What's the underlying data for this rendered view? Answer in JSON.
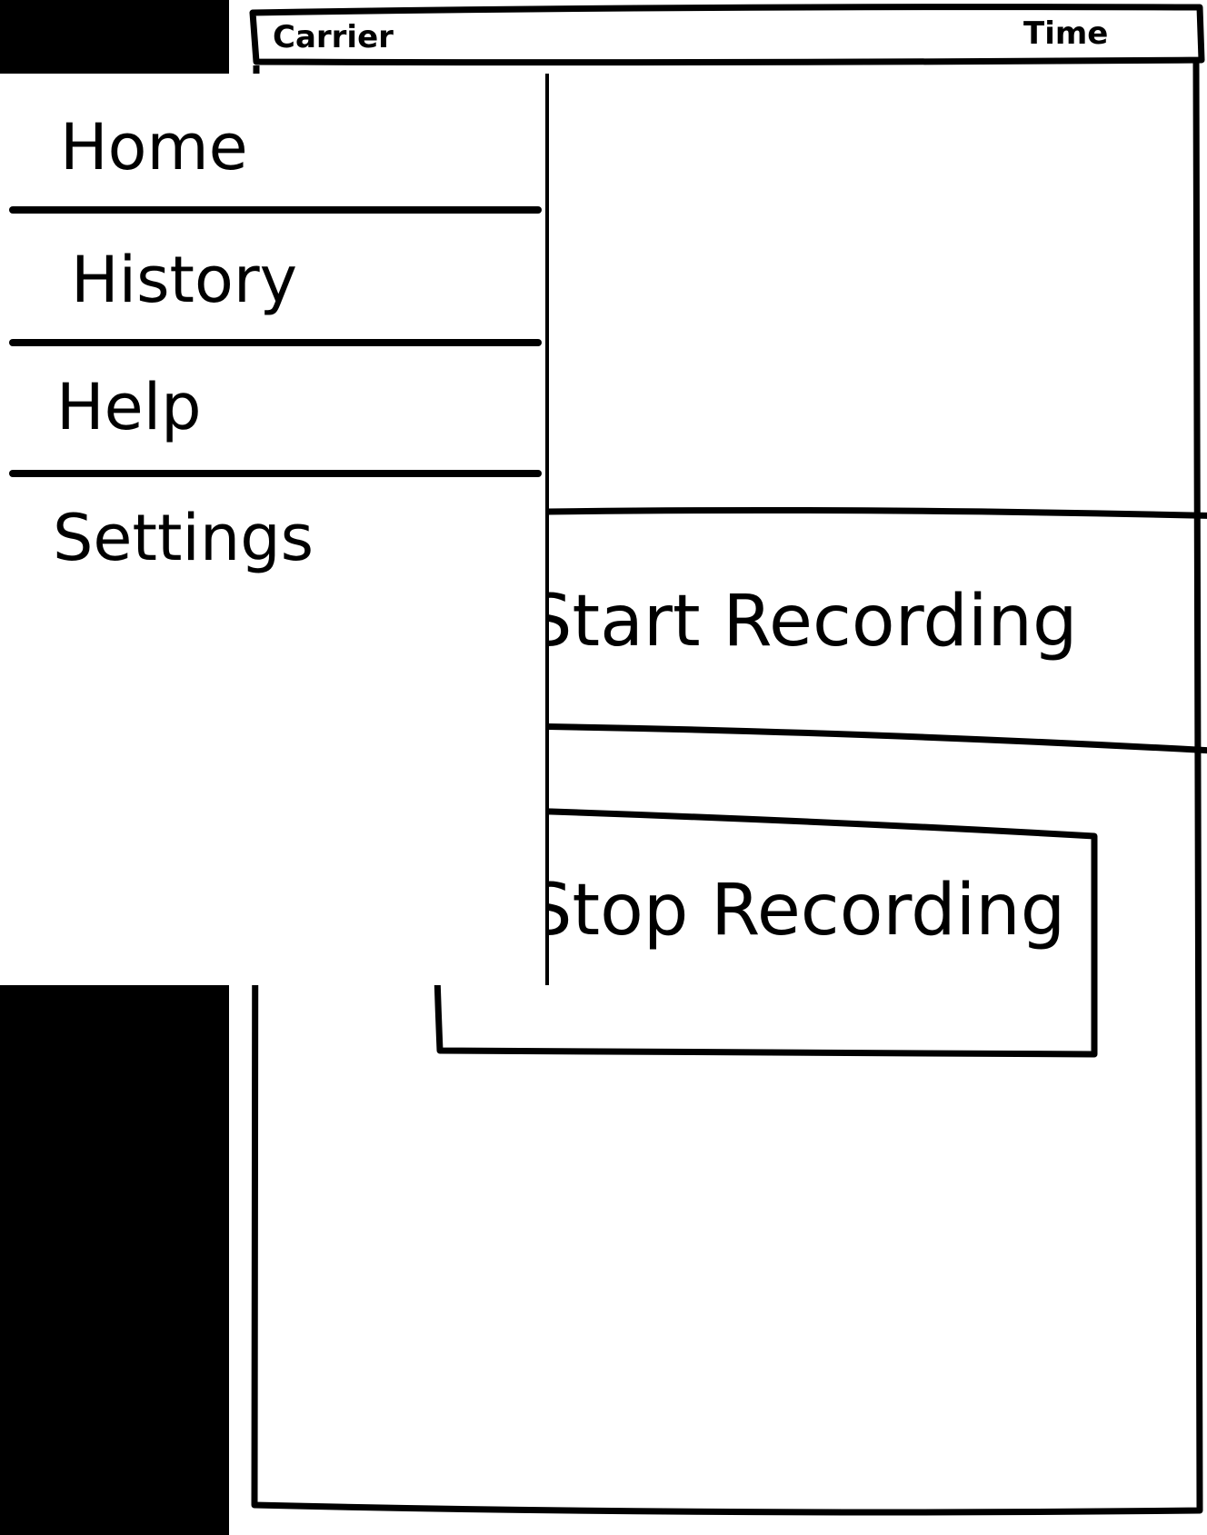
{
  "status_bar": {
    "carrier": "Carrier",
    "time": "Time"
  },
  "main": {
    "start_button_label": "Start Recording",
    "stop_button_label": "Stop Recording"
  },
  "drawer": {
    "items": [
      {
        "label": "Home"
      },
      {
        "label": "History"
      },
      {
        "label": "Help"
      },
      {
        "label": "Settings"
      }
    ]
  }
}
